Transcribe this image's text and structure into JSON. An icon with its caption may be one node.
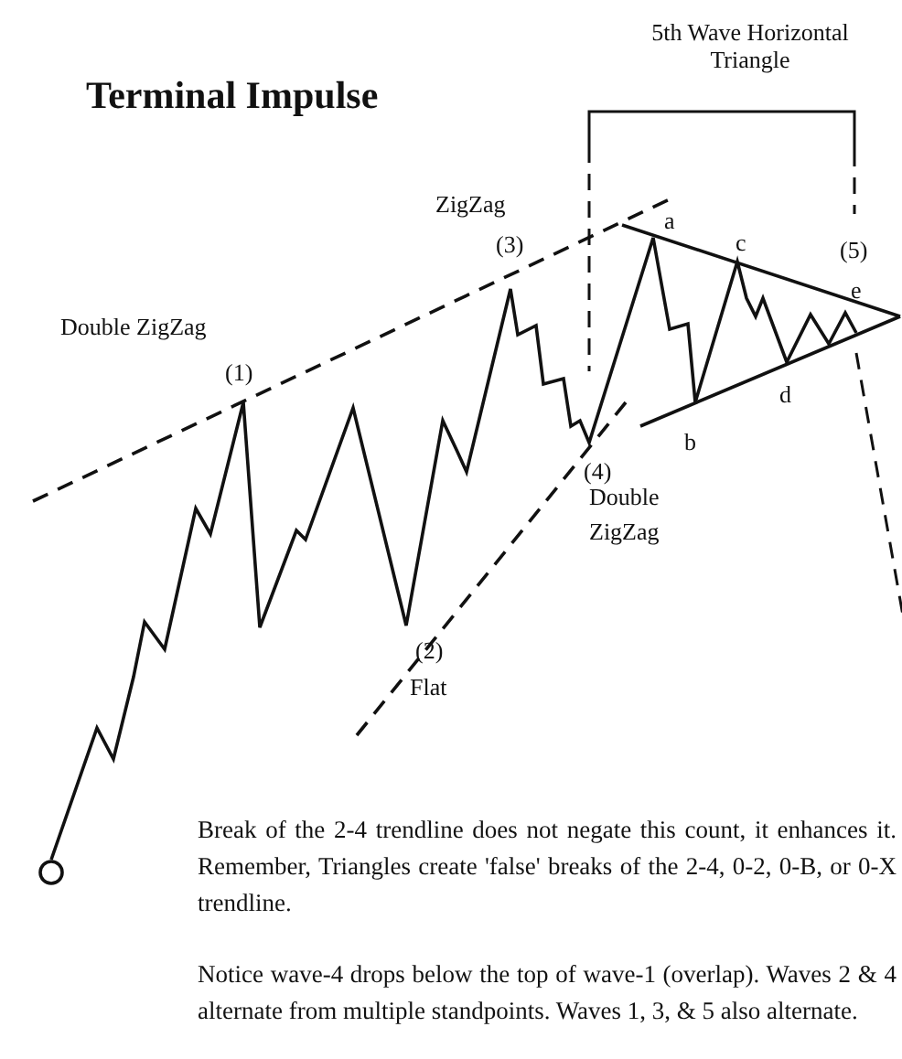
{
  "diagram": {
    "title": "Terminal Impulse",
    "labels": [
      "5th Wave Horizontal Triangle",
      "ZigZag",
      "a",
      "(3)",
      "c",
      "(5)",
      "Double ZigZag",
      "e",
      "(1)",
      "d",
      "b",
      "(4)",
      "Double ZigZag",
      "(2)",
      "Flat",
      "Break of the 2-4 trendline does not negate this count, it enhances it.  Remember, Triangles create 'false' breaks of the 2-4, 0-2, 0-B, or 0-X trendline.",
      "Notice wave-4 drops below the top of wave-1 (overlap).  Waves 2 & 4 alternate from multiple standpoints.  Waves 1, 3, & 5 also alternate."
    ]
  }
}
